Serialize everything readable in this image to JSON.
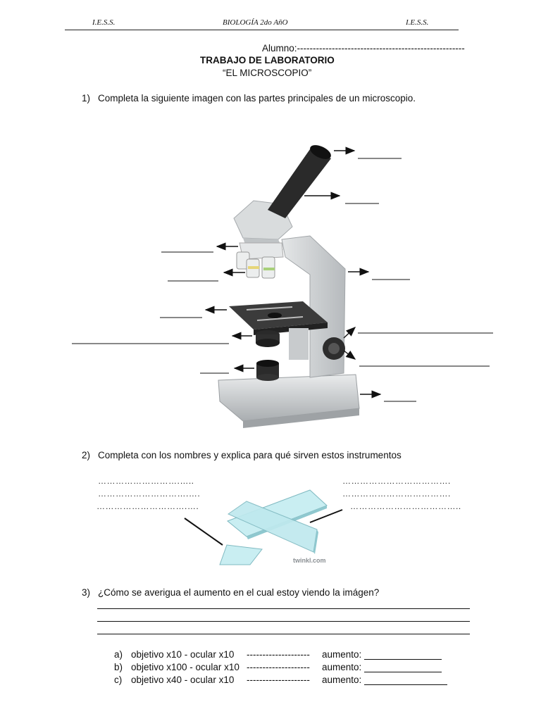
{
  "header": {
    "left": "I.E.S.S.",
    "center": "BIOLOGÍA 2do AñO",
    "right": "I.E.S.S."
  },
  "student": {
    "label": "Alumno:",
    "dashes": "-----------------------------------------------------"
  },
  "title": "TRABAJO DE LABORATORIO",
  "subtitle": "“EL MICROSCOPIO”",
  "q1": {
    "number": "1)",
    "text": "Completa la siguiente imagen con las partes principales de un microscopio."
  },
  "q2": {
    "number": "2)",
    "text": "Completa con los nombres y explica para qué sirven estos instrumentos",
    "left_dots": [
      "……………………….…..",
      "………………………….….",
      "………………………….…."
    ],
    "right_dots": [
      "……………………………….",
      "……………………………….",
      "……………………………….."
    ],
    "watermark": "twinkl.com"
  },
  "q3": {
    "number": "3)",
    "text": "¿Cómo se averigua el aumento en el cual estoy viendo la imágen?",
    "items": [
      {
        "letter": "a)",
        "text": "objetivo x10 - ocular x10",
        "dashes": "--------------------",
        "label": "aumento:"
      },
      {
        "letter": "b)",
        "text": "objetivo x100 - ocular x10",
        "dashes": "--------------------",
        "label": "aumento:"
      },
      {
        "letter": "c)",
        "text": "objetivo x40 - ocular x10",
        "dashes": "--------------------",
        "label": "aumento:"
      }
    ]
  },
  "colors": {
    "text": "#111111",
    "glass": "#bfe9ee",
    "microscope_body": "#cfd2d4",
    "microscope_dark": "#2b2b2b"
  }
}
